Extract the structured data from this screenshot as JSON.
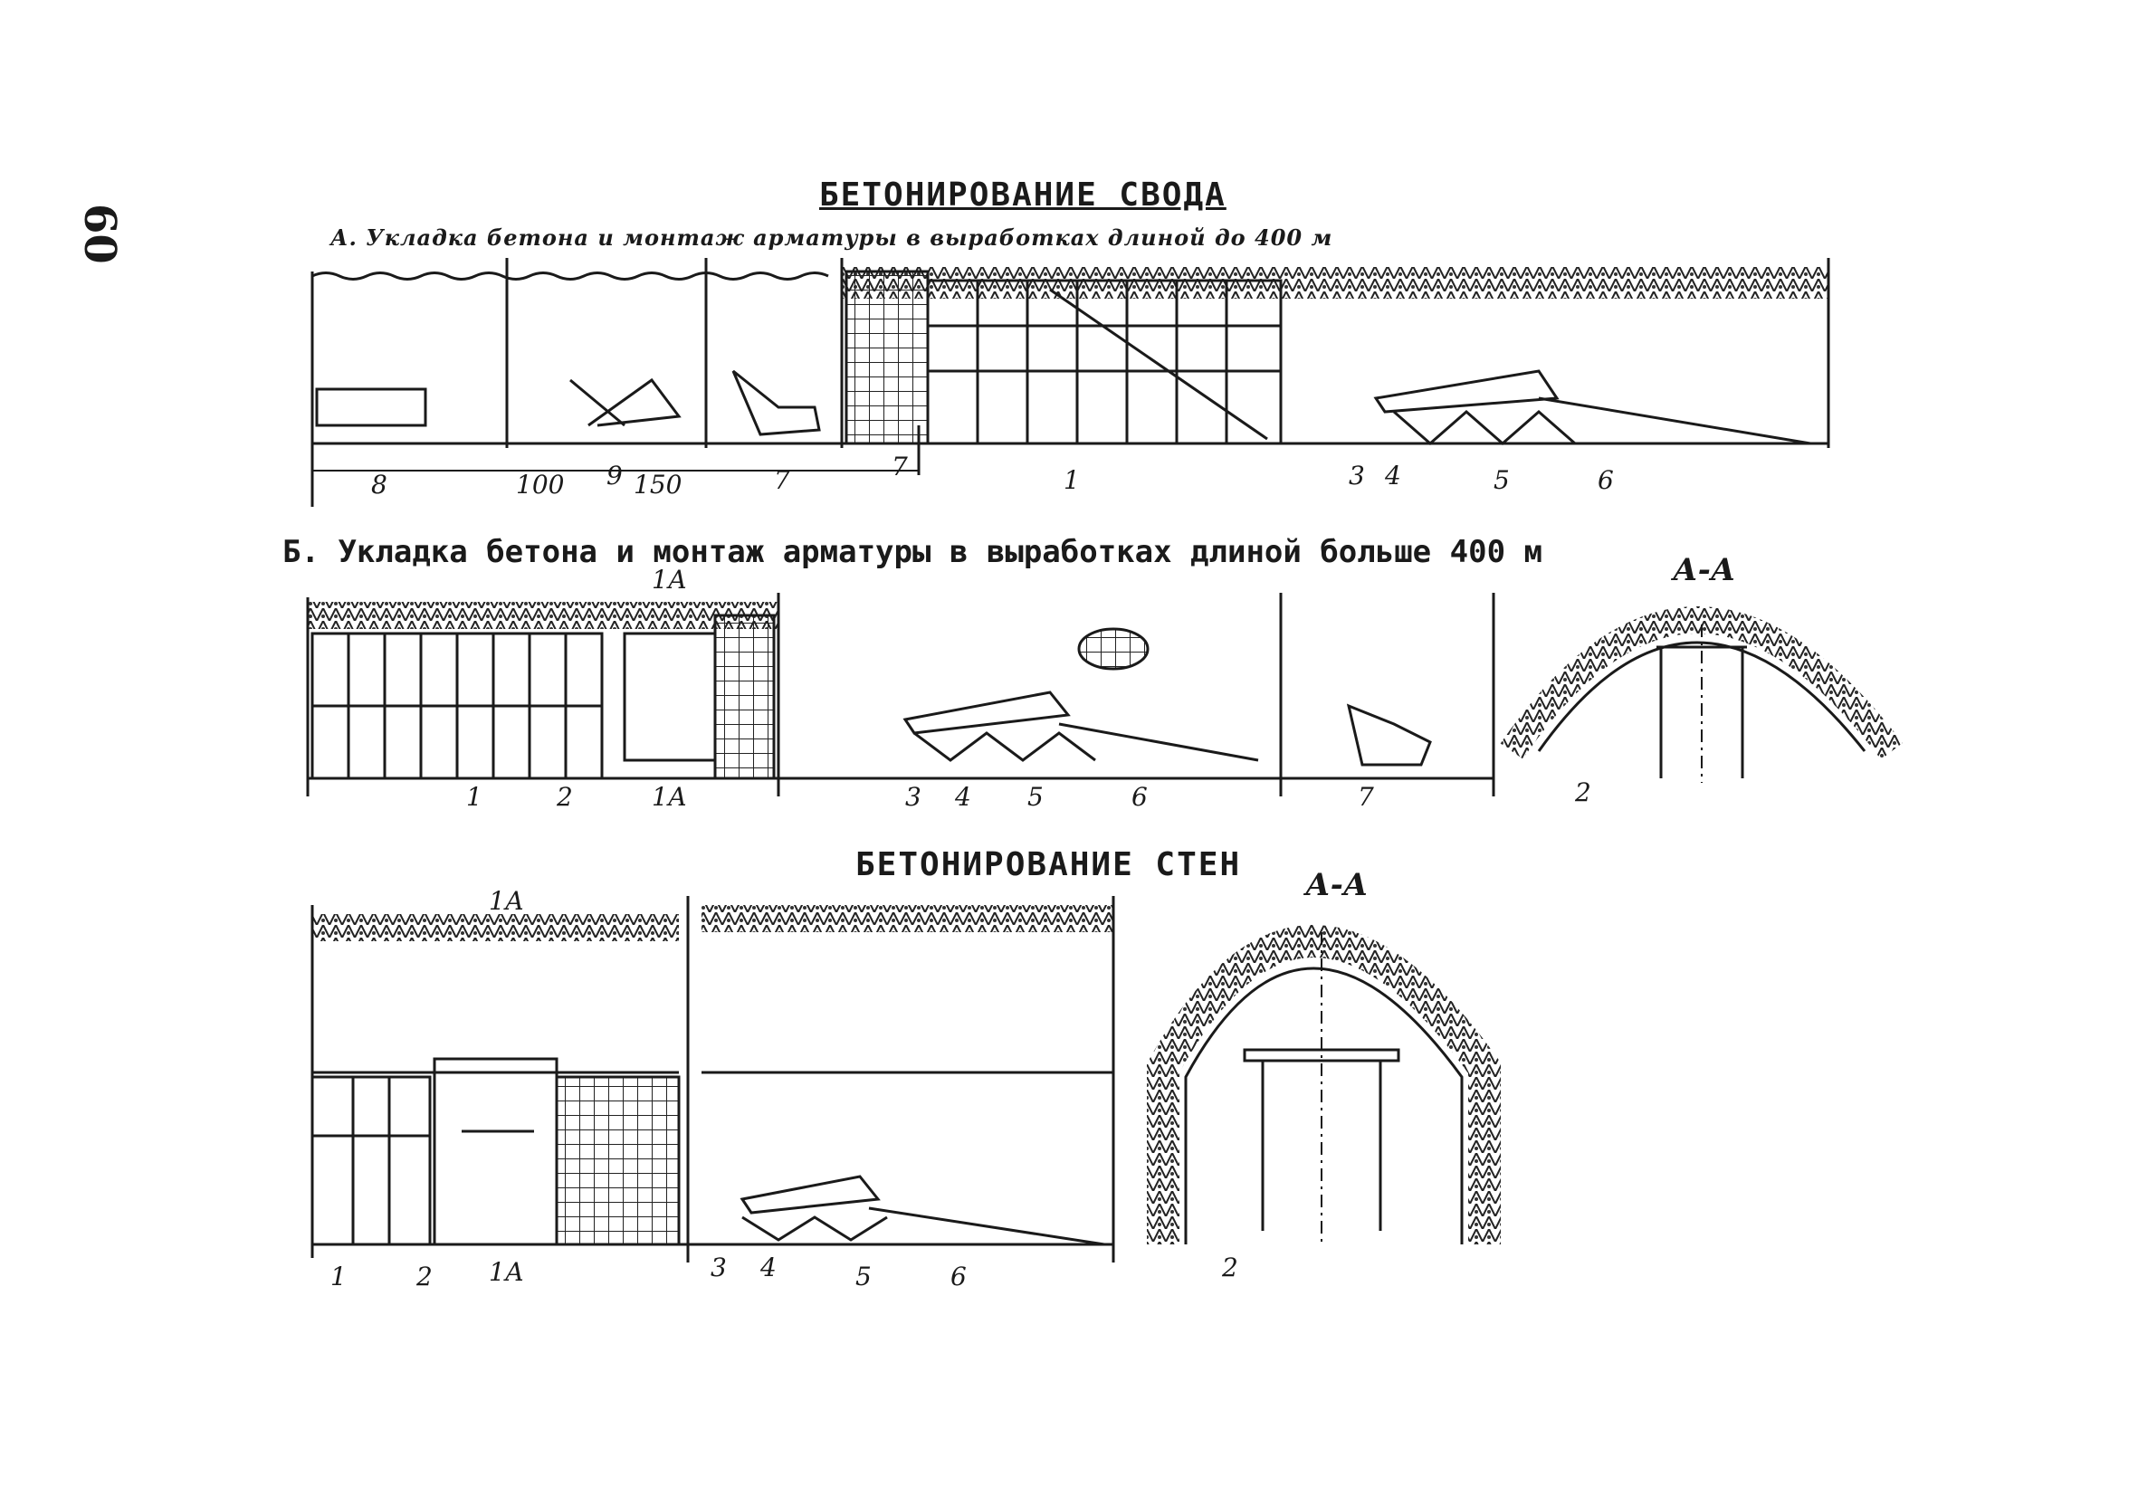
{
  "page_number": "60",
  "vault": {
    "title": "БЕТОНИРОВАНИЕ СВОДА",
    "subtitle_a": "А. Укладка бетона и монтаж арматуры в выработках длиной до 400 м",
    "subtitle_b_prefix": "Б.",
    "subtitle_b": "Укладка бетона и монтаж арматуры в выработках длиной больше",
    "subtitle_b_value": "400 м",
    "dim_1": "100",
    "dim_2": "150",
    "section_label": "А-А",
    "labels_a": [
      "8",
      "9",
      "7",
      "7",
      "1",
      "3",
      "4",
      "5",
      "6"
    ],
    "labels_b": [
      "1",
      "2",
      "3",
      "4",
      "5",
      "6",
      "7",
      "2"
    ],
    "cut_mark": "1А"
  },
  "walls": {
    "title": "БЕТОНИРОВАНИЕ СТЕН",
    "section_label": "А-А",
    "labels": [
      "1",
      "2",
      "3",
      "4",
      "5",
      "6",
      "2"
    ],
    "cut_mark": "1А"
  }
}
